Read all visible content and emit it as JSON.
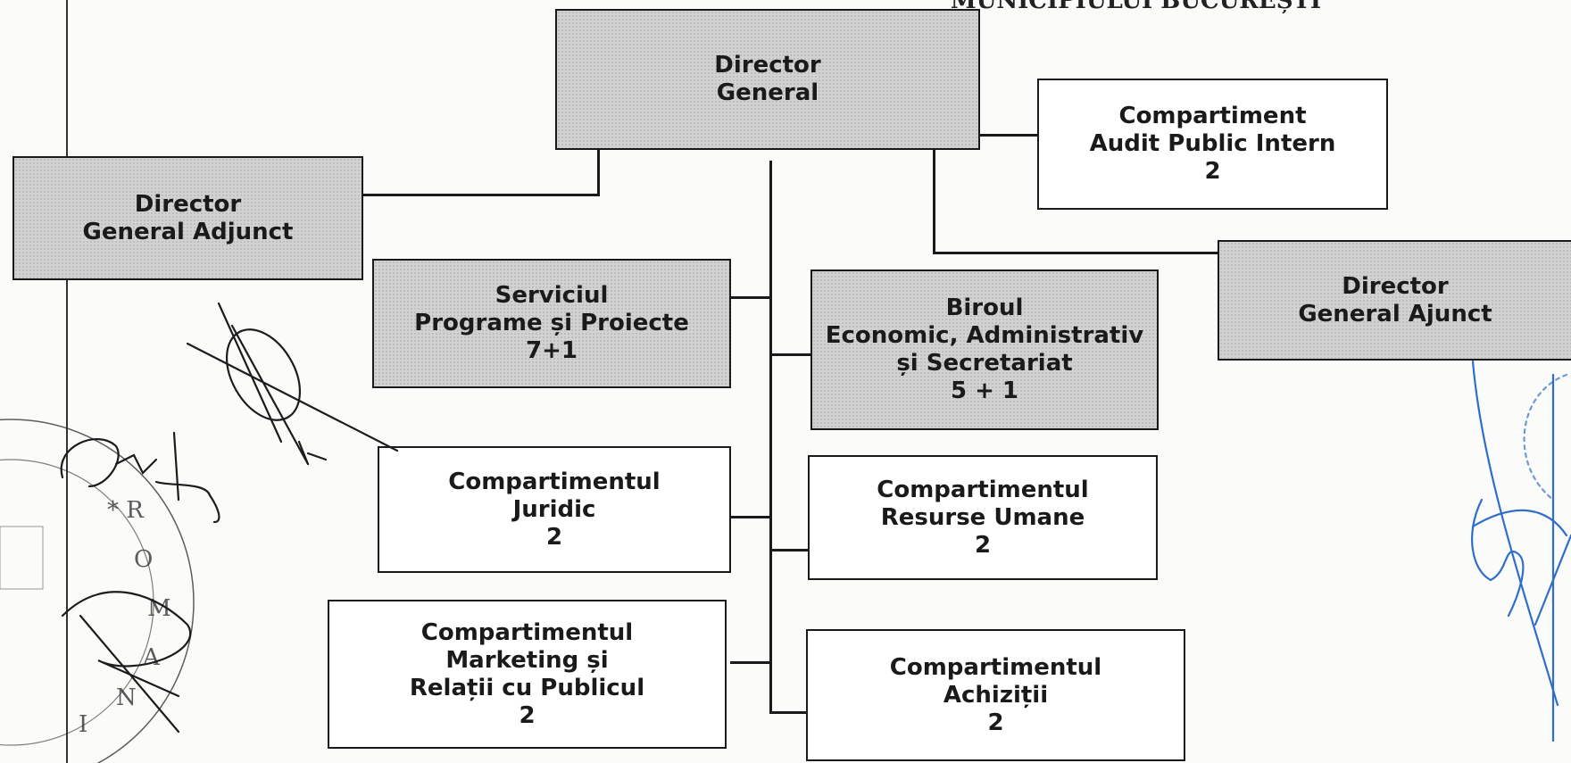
{
  "header": {
    "text": "MUNICIPIULUI BUCUREȘTI"
  },
  "boxes": {
    "director_general": {
      "line1": "Director",
      "line2": "General"
    },
    "director_general_adjunct_left": {
      "line1": "Director",
      "line2": "General Adjunct"
    },
    "audit_public_intern": {
      "line1": "Compartiment",
      "line2": "Audit Public Intern",
      "count": "2"
    },
    "director_general_ajunct_right": {
      "line1": "Director",
      "line2": "General Ajunct"
    },
    "serviciul_programe": {
      "line1": "Serviciul",
      "line2": "Programe și Proiecte",
      "count": "7+1"
    },
    "biroul_economic": {
      "line1": "Biroul",
      "line2": "Economic, Administrativ",
      "line3": "și Secretariat",
      "count": "5 + 1"
    },
    "compartimentul_juridic": {
      "line1": "Compartimentul",
      "line2": "Juridic",
      "count": "2"
    },
    "compartimentul_resurse_umane": {
      "line1": "Compartimentul",
      "line2": "Resurse Umane",
      "count": "2"
    },
    "compartimentul_marketing": {
      "line1": "Compartimentul",
      "line2": "Marketing și",
      "line3": "Relații cu Publicul",
      "count": "2"
    },
    "compartimentul_achizitii": {
      "line1": "Compartimentul",
      "line2": "Achiziții",
      "count": "2"
    }
  },
  "stamp": {
    "text": "ROMANIA"
  },
  "colors": {
    "shaded_box": "#d2d2d2",
    "ink": "#1a1a1a",
    "signature_blue": "#2f6fc9"
  }
}
